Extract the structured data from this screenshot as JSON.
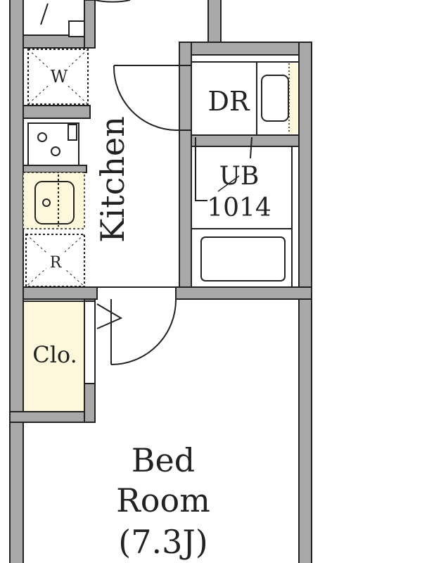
{
  "floor_plan": {
    "rooms": {
      "washer": "W",
      "kitchen": "Kitchen",
      "refrigerator": "R",
      "dressing_room": "DR",
      "unit_bath": "UB",
      "unit_bath_size": "1014",
      "closet": "Clo.",
      "bedroom_line1": "Bed",
      "bedroom_line2": "Room",
      "bedroom_size": "(7.3J)"
    },
    "colors": {
      "wall": "#a9a9a9",
      "line": "#222222",
      "highlight": "#fdf8dc",
      "floor": "#ffffff"
    }
  }
}
